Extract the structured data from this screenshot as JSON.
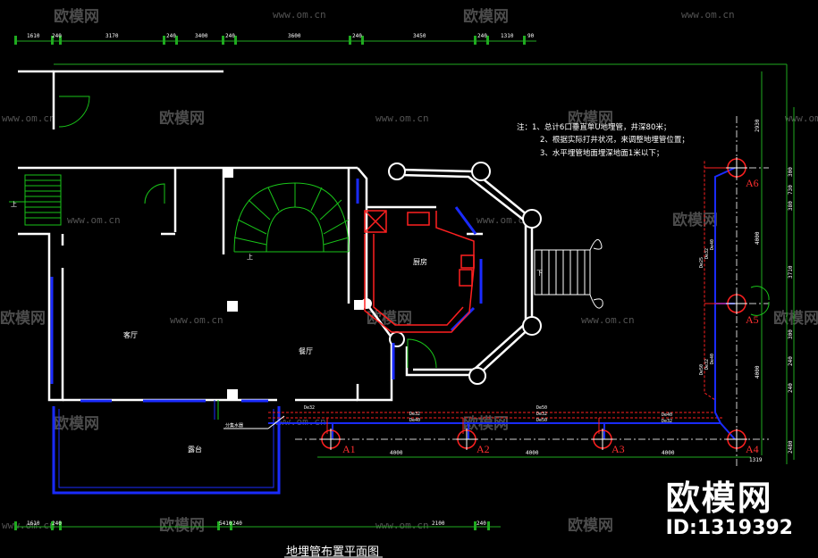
{
  "drawing_title": "地埋管布置平面图",
  "notes": [
    "注：1、总计6口垂直单U地埋管，井深80米；",
    "2、根据实际打井状况，来调整地埋管位置；",
    "3、水平埋管地面埋深地面1米以下；"
  ],
  "rooms": {
    "living": "客厅",
    "dining": "餐厅",
    "kitchen": "厨房",
    "terrace": "露台"
  },
  "stair_marks": {
    "up_left": "上",
    "down_right": "下",
    "up_mid": "上"
  },
  "wells": [
    "A1",
    "A2",
    "A3",
    "A4",
    "A5",
    "A6"
  ],
  "dimensions": {
    "top": [
      "1610",
      "240",
      "3170",
      "240",
      "3400",
      "240",
      "3600",
      "240",
      "3450",
      "240",
      "1310",
      "90"
    ],
    "bottom": [
      "1610",
      "240",
      "5410",
      "240",
      "2100",
      "240"
    ],
    "well_spacing": [
      "4000",
      "4000",
      "4000"
    ],
    "bottom_right": "1319",
    "right_outer": [
      "2930",
      "300",
      "730",
      "380",
      "4000",
      "3710",
      "300",
      "4000",
      "240",
      "240",
      "2480"
    ]
  },
  "pipe_labels": [
    "De32",
    "De32",
    "De40",
    "De50",
    "De32",
    "De50",
    "De40",
    "De32",
    "De25",
    "De32",
    "De40",
    "De50",
    "De32",
    "De40"
  ],
  "manifold_label": "分集水器",
  "watermark": {
    "brand": "欧模网",
    "url": "www.om.cn"
  },
  "badge": {
    "brand": "欧模网",
    "id": "ID:1319392"
  },
  "colors": {
    "background": "#000000",
    "wall": "#ffffff",
    "window": "#1a2bff",
    "pipe": "#ff2020",
    "stair": "#19c419",
    "dimension": "#1faa1f",
    "axis_label": "#ff3030"
  }
}
